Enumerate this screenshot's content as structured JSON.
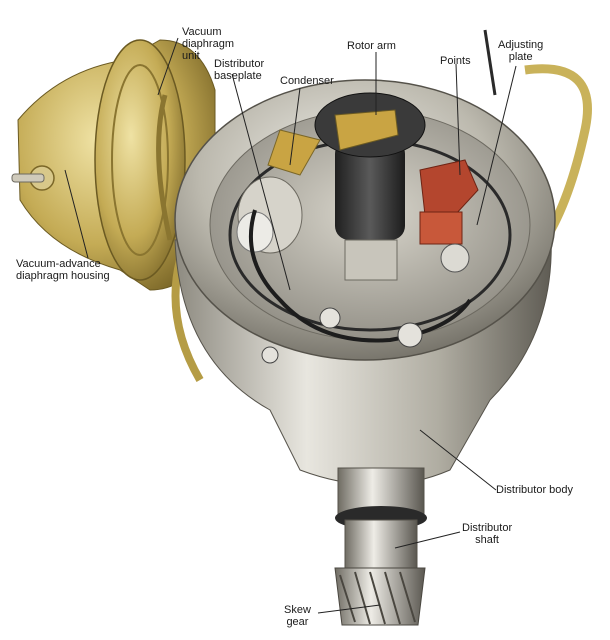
{
  "labels": {
    "vacuum_unit": [
      "Vacuum",
      "diaphragm",
      "unit"
    ],
    "baseplate": [
      "Distributor",
      "baseplate"
    ],
    "condenser": "Condenser",
    "rotor_arm": "Rotor arm",
    "points": "Points",
    "adjusting_plate": [
      "Adjusting",
      "plate"
    ],
    "vacuum_housing": [
      "Vacuum-advance",
      "diaphragm housing"
    ],
    "distributor_body": "Distributor body",
    "distributor_shaft": [
      "Distributor",
      "shaft"
    ],
    "skew_gear": [
      "Skew",
      "gear"
    ]
  },
  "colors": {
    "metal_light": "#e6e4dc",
    "metal_mid": "#b9b6aa",
    "metal_dark": "#6f6c62",
    "brass": "#c9b25a",
    "brass_dark": "#8a7530",
    "points_red": "#b4462e",
    "rotor_black": "#2e2e2e",
    "leader_line": "#222222"
  }
}
